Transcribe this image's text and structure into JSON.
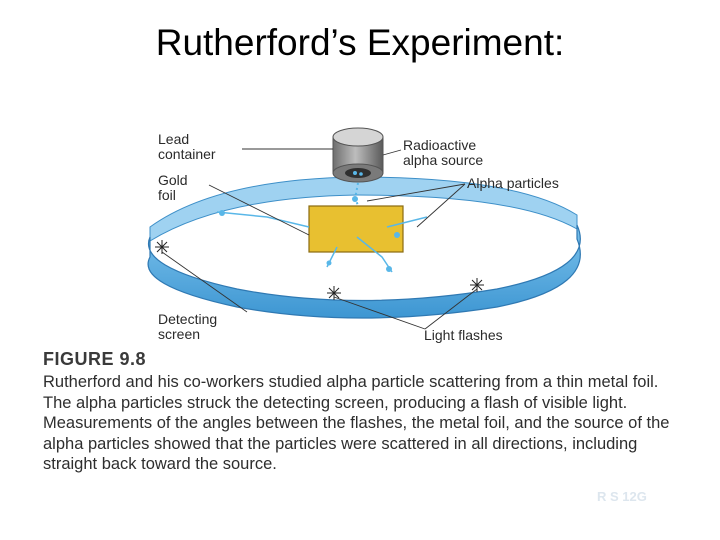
{
  "slide": {
    "title": "Rutherford’s Experiment:"
  },
  "figure": {
    "labels": {
      "lead_container": "Lead\ncontainer",
      "radioactive_source": "Radioactive\nalpha source",
      "gold_foil": "Gold\nfoil",
      "alpha_particles": "Alpha particles",
      "detecting_screen": "Detecting\nscreen",
      "light_flashes": "Light flashes"
    },
    "figure_number": "FIGURE 9.8",
    "caption": "Rutherford and his co-workers studied alpha particle scattering from a thin metal foil. The alpha particles struck the detecting screen, producing a flash of visible light. Measurements of the angles between the flashes, the metal foil, and the source of the alpha particles showed that the particles were scattered in all directions, including straight back toward the source.",
    "watermark": "R S 12G"
  },
  "colors": {
    "ring": "#5aaee0",
    "ring_dark": "#2f86c4",
    "foil": "#e8c030",
    "container": "#8a8a8a",
    "label_text": "#2a2a2a"
  }
}
